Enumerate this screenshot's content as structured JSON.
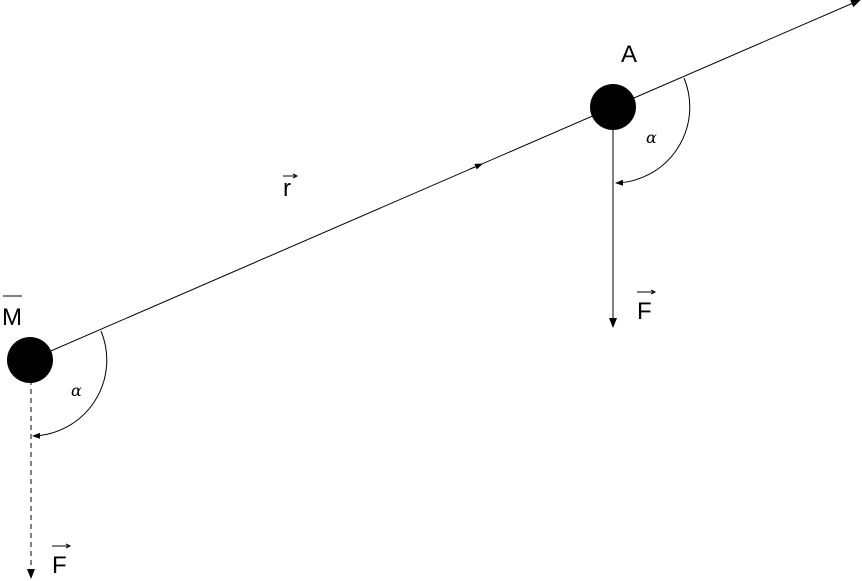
{
  "labels": {
    "point_a": "A",
    "point_m": "M",
    "vector_r": "r",
    "force_a": "F",
    "force_m": "F",
    "angle_a": "α",
    "angle_m": "α"
  },
  "colors": {
    "ink": "#000000",
    "background": "#ffffff"
  }
}
